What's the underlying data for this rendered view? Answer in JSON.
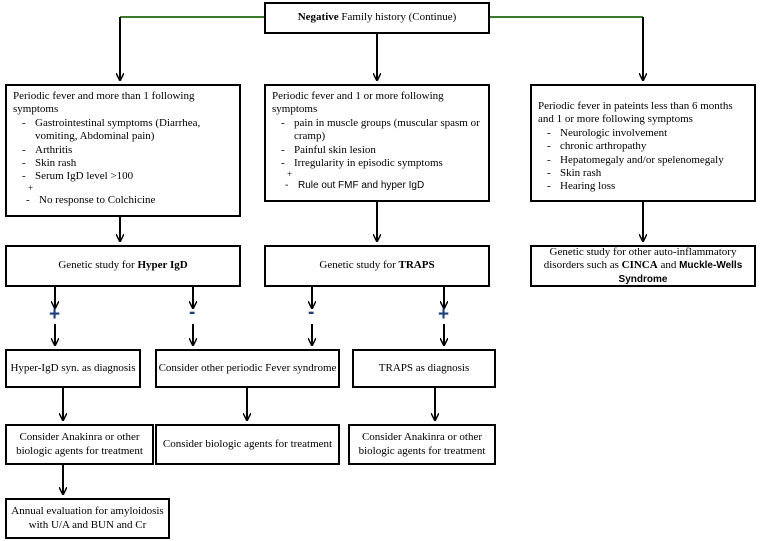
{
  "top": {
    "bold": "Negative",
    "rest": " Family history (Continue)"
  },
  "col1": {
    "intro": "Periodic fever and more than 1 following symptoms",
    "items": [
      "Gastrointestinal symptoms (Diarrhea, vomiting, Abdominal pain)",
      "Arthritis",
      "Skin rash",
      "Serum IgD level >100"
    ],
    "plus": "+",
    "extra": "No response to Colchicine"
  },
  "col2": {
    "intro": "Periodic fever and 1 or more following symptoms",
    "items": [
      "pain in muscle groups (muscular spasm or cramp)",
      "Painful skin lesion",
      "Irregularity in episodic symptoms"
    ],
    "plus": "+",
    "extra": "Rule out FMF and hyper IgD"
  },
  "col3": {
    "intro": "Periodic fever in pateints less than 6 months and 1 or more following symptoms",
    "items": [
      "Neurologic involvement",
      "chronic arthropathy",
      "Hepatomegaly and/or spelenomegaly",
      "Skin rash",
      "Hearing loss"
    ]
  },
  "genetic1": {
    "prefix": "Genetic study for ",
    "bold": "Hyper IgD"
  },
  "genetic2": {
    "prefix": "Genetic study for ",
    "bold": "TRAPS"
  },
  "genetic3": {
    "prefix": "Genetic study for other auto-inflammatory disorders such as ",
    "bold1": "CINCA",
    "and": " and ",
    "bold2": "Muckle-Wells Syndrome"
  },
  "signs": {
    "plus": "+",
    "minus": "-"
  },
  "dx1": "Hyper-IgD syn. as diagnosis",
  "dx_other": "Consider other periodic Fever syndrome",
  "dx2": "TRAPS as diagnosis",
  "tx1": "Consider Anakinra or other biologic agents for treatment",
  "tx_other": "Consider biologic agents for treatment",
  "tx2": "Consider Anakinra or other biologic agents for treatment",
  "eval": "Annual evaluation for amyloidosis with U/A and BUN and Cr",
  "colors": {
    "green_line": "#3a7a2a",
    "sign": "#1f3d7a"
  }
}
